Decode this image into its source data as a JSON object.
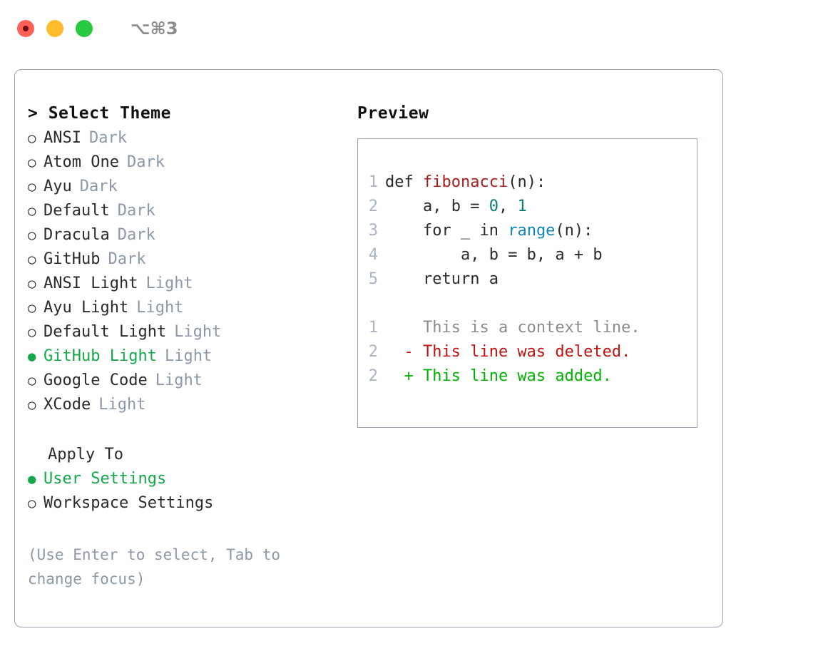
{
  "titlebar": {
    "shortcut": "⌥⌘3",
    "lights": [
      {
        "name": "close",
        "color": "#ff6159"
      },
      {
        "name": "minimize",
        "color": "#ffbd2e"
      },
      {
        "name": "maximize",
        "color": "#28c840"
      }
    ]
  },
  "theme_picker": {
    "header": "> Select Theme",
    "selection_color": "#14a84a",
    "badge_color": "#8d98a7",
    "themes": [
      {
        "marker": "○",
        "label": "ANSI",
        "badge": "Dark",
        "selected": false
      },
      {
        "marker": "○",
        "label": "Atom One",
        "badge": "Dark",
        "selected": false
      },
      {
        "marker": "○",
        "label": "Ayu",
        "badge": "Dark",
        "selected": false
      },
      {
        "marker": "○",
        "label": "Default",
        "badge": "Dark",
        "selected": false
      },
      {
        "marker": "○",
        "label": "Dracula",
        "badge": "Dark",
        "selected": false
      },
      {
        "marker": "○",
        "label": "GitHub",
        "badge": "Dark",
        "selected": false
      },
      {
        "marker": "○",
        "label": "ANSI Light",
        "badge": "Light",
        "selected": false
      },
      {
        "marker": "○",
        "label": "Ayu Light",
        "badge": "Light",
        "selected": false
      },
      {
        "marker": "○",
        "label": "Default Light",
        "badge": "Light",
        "selected": false
      },
      {
        "marker": "●",
        "label": "GitHub Light",
        "badge": "Light",
        "selected": true
      },
      {
        "marker": "○",
        "label": "Google Code",
        "badge": "Light",
        "selected": false
      },
      {
        "marker": "○",
        "label": "XCode",
        "badge": "Light",
        "selected": false
      }
    ]
  },
  "apply_to": {
    "header": "Apply To",
    "options": [
      {
        "marker": "●",
        "label": "User Settings",
        "selected": true
      },
      {
        "marker": "○",
        "label": "Workspace Settings",
        "selected": false
      }
    ]
  },
  "hint": "(Use Enter to select, Tab to change focus)",
  "preview": {
    "title": "Preview",
    "code_lines": [
      {
        "num": "1",
        "indent": "",
        "parts": [
          {
            "t": "def ",
            "c": "code-text"
          },
          {
            "t": "fibonacci",
            "c": "tok-fn"
          },
          {
            "t": "(n):",
            "c": "code-text"
          }
        ]
      },
      {
        "num": "2",
        "indent": "    ",
        "parts": [
          {
            "t": "a, b = ",
            "c": "code-text"
          },
          {
            "t": "0",
            "c": "tok-num"
          },
          {
            "t": ", ",
            "c": "code-text"
          },
          {
            "t": "1",
            "c": "tok-num"
          }
        ]
      },
      {
        "num": "3",
        "indent": "    ",
        "parts": [
          {
            "t": "for _ in ",
            "c": "code-text"
          },
          {
            "t": "range",
            "c": "tok-call"
          },
          {
            "t": "(n):",
            "c": "code-text"
          }
        ]
      },
      {
        "num": "4",
        "indent": "        ",
        "parts": [
          {
            "t": "a, b = b, a + b",
            "c": "code-text"
          }
        ]
      },
      {
        "num": "5",
        "indent": "    ",
        "parts": [
          {
            "t": "return a",
            "c": "code-text"
          }
        ]
      }
    ],
    "diff_lines": [
      {
        "num": "1",
        "sign": "  ",
        "text": "This is a context line.",
        "c": "diff-ctx"
      },
      {
        "num": "2",
        "sign": "- ",
        "text": "This line was deleted.",
        "c": "diff-del"
      },
      {
        "num": "2",
        "sign": "+ ",
        "text": "This line was added.",
        "c": "diff-add"
      }
    ],
    "colors": {
      "function": "#a61e1e",
      "number": "#0a7d78",
      "builtin": "#0e87b3",
      "gutter": "#aab4c0",
      "diff_context": "#8c8c8c",
      "diff_deleted": "#c21414",
      "diff_added": "#00b300",
      "border": "#9aa5b1"
    }
  }
}
